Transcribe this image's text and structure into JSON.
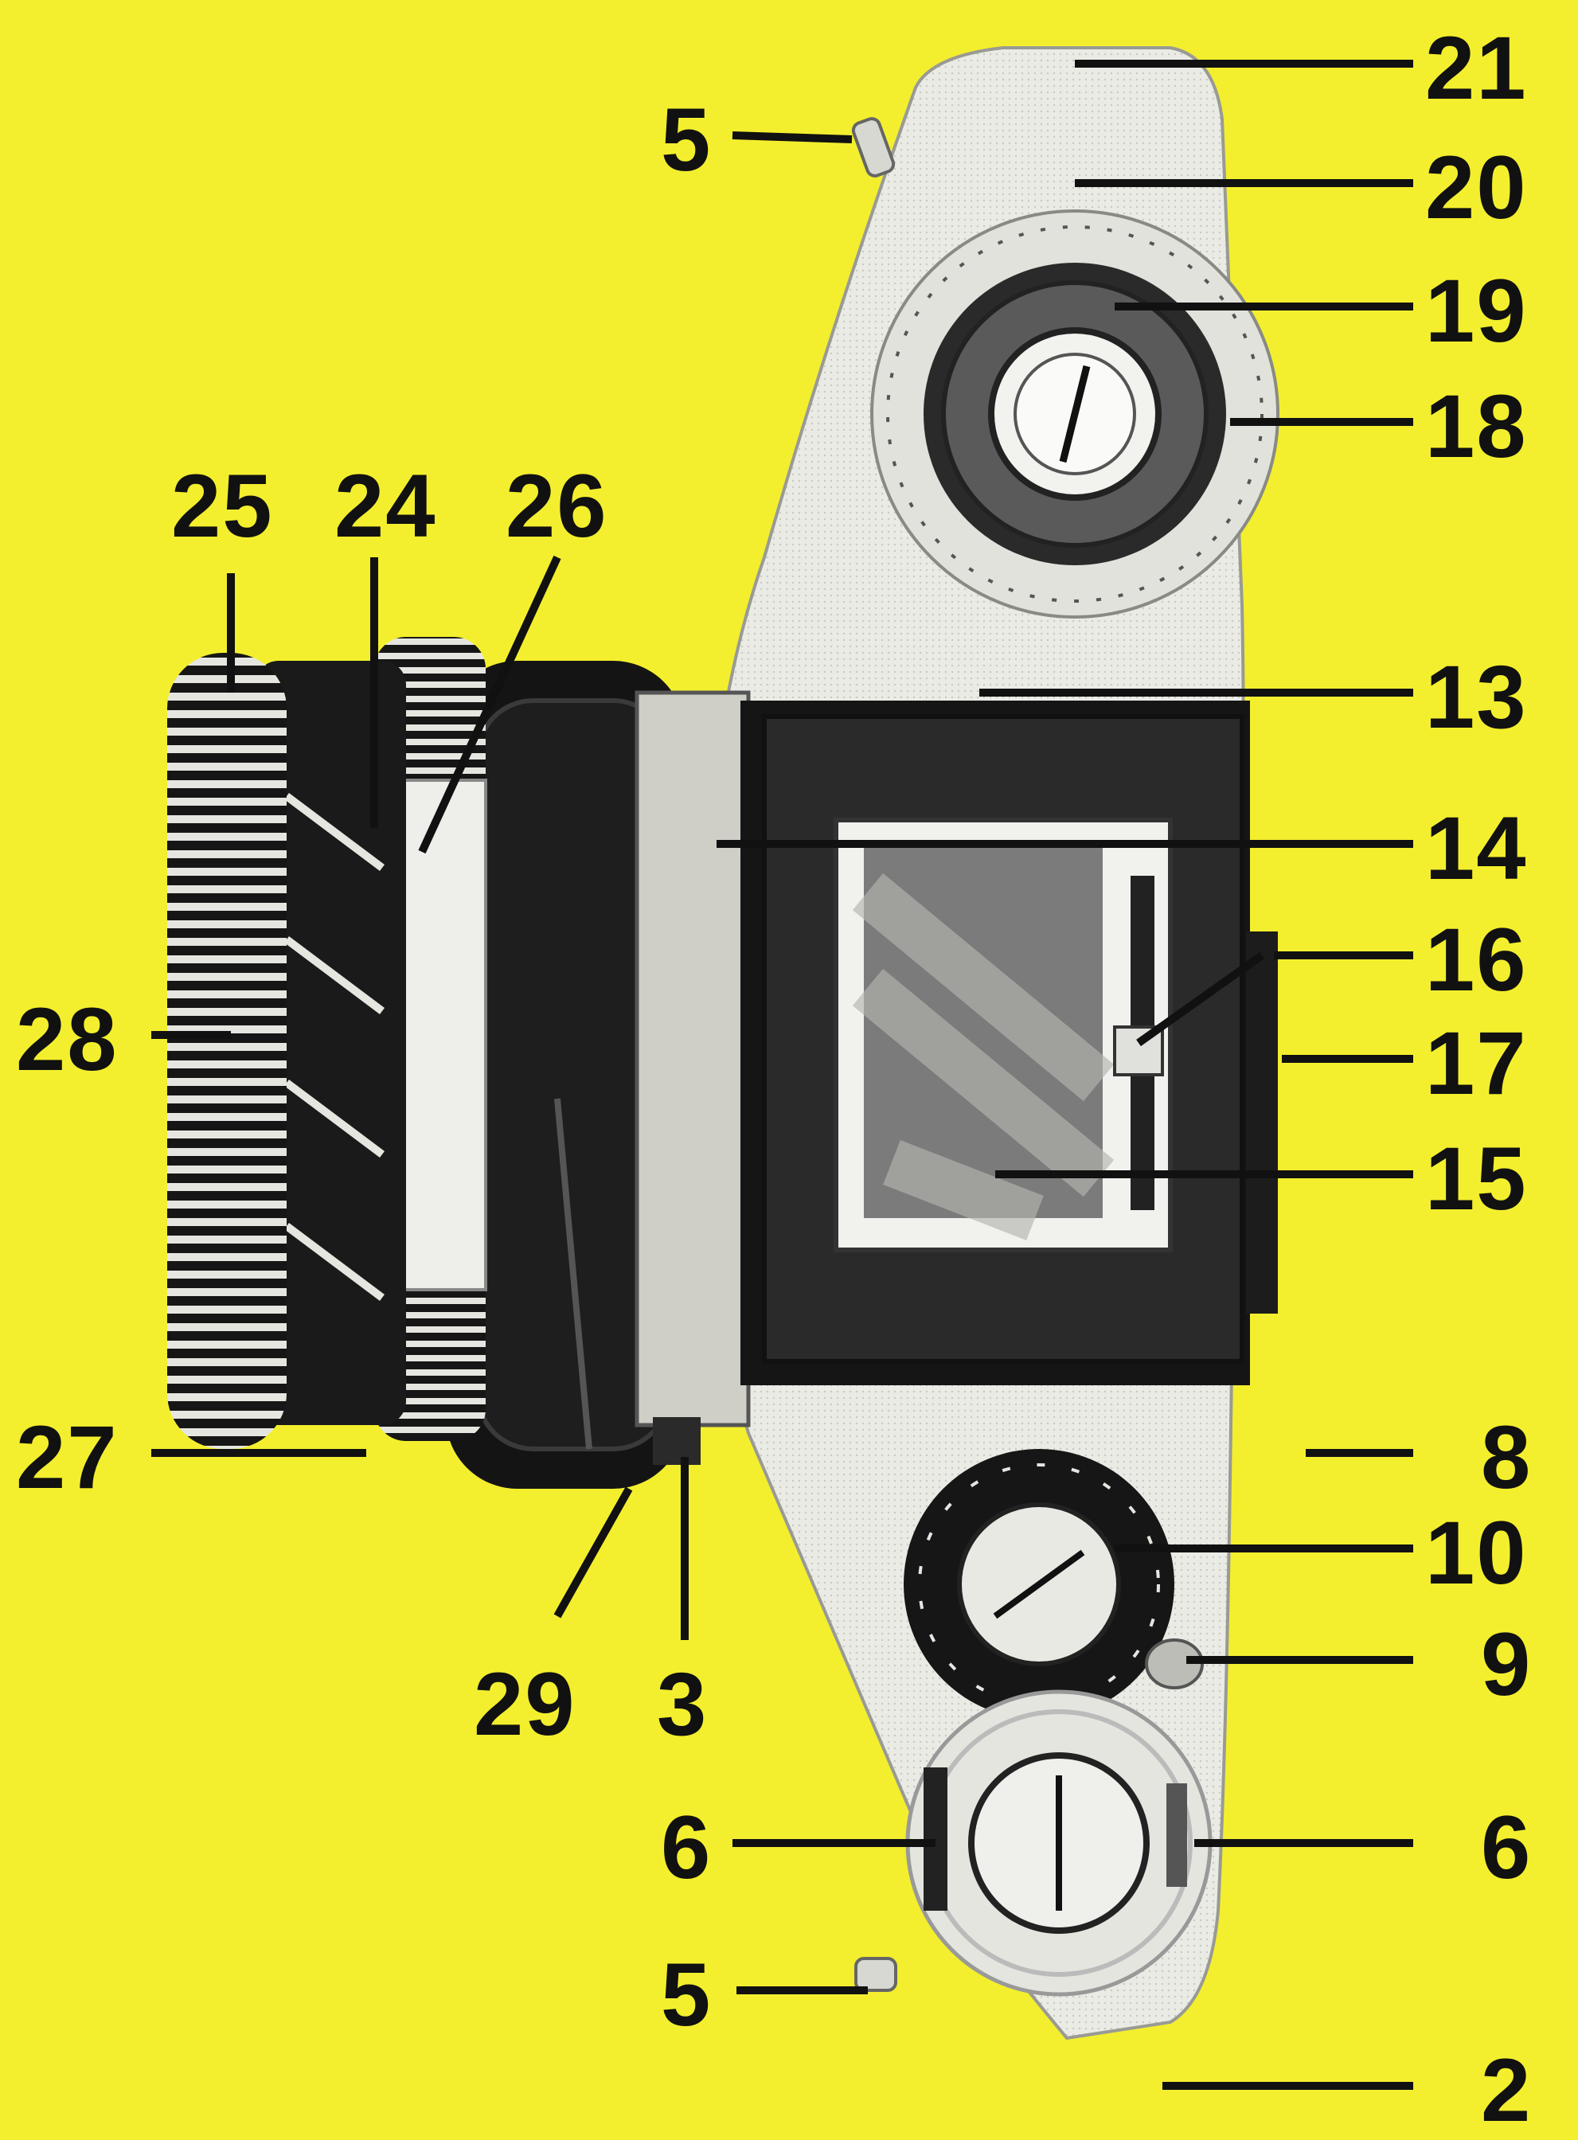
{
  "diagram": {
    "background_color": "#f3ef2e",
    "camera_body_color": "#e9e9e4",
    "ink_color": "#111111",
    "callouts": {
      "c21": "21",
      "c5_top": "5",
      "c20": "20",
      "c19": "19",
      "c18": "18",
      "c25": "25",
      "c24": "24",
      "c26": "26",
      "c13": "13",
      "c14": "14",
      "c16": "16",
      "c28": "28",
      "c17": "17",
      "c15": "15",
      "c27": "27",
      "c8": "8",
      "c10": "10",
      "c9": "9",
      "c29": "29",
      "c3": "3",
      "c6_left": "6",
      "c6_right": "6",
      "c5_bottom": "5",
      "c2": "2"
    }
  }
}
